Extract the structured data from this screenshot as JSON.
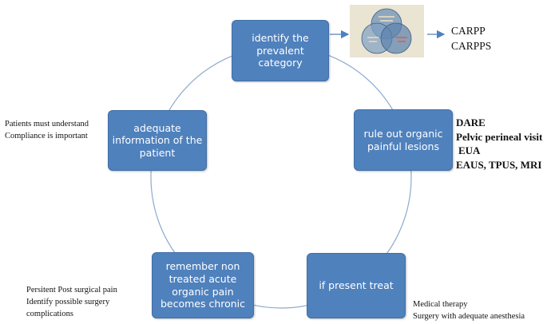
{
  "steps": {
    "identify": "identify the prevalent category",
    "rule_out": "rule out organic painful lesions",
    "treat": "if present treat",
    "remember": "remember non treated acute organic pain becomes chronic",
    "inform": "adequate information of the patient"
  },
  "notes": {
    "identify_result": [
      "CARPP",
      "CARPPS"
    ],
    "rule_out_tests": [
      "DARE",
      "Pelvic perineal visit",
      "EUA",
      "EAUS, TPUS, MRI"
    ],
    "treat_options": [
      "Medical therapy",
      "Surgery with adequate anesthesia"
    ],
    "remember_notes": [
      "Persitent Post surgical pain",
      "Identify possible surgery",
      "complications"
    ],
    "inform_notes": [
      "Patients must understand",
      "Compliance is important"
    ]
  },
  "colors": {
    "box_fill": "#4f81bd",
    "cycle_line": "#8eaacd",
    "arrow": "#4f81bd",
    "venn_background": "#eae4d3"
  }
}
